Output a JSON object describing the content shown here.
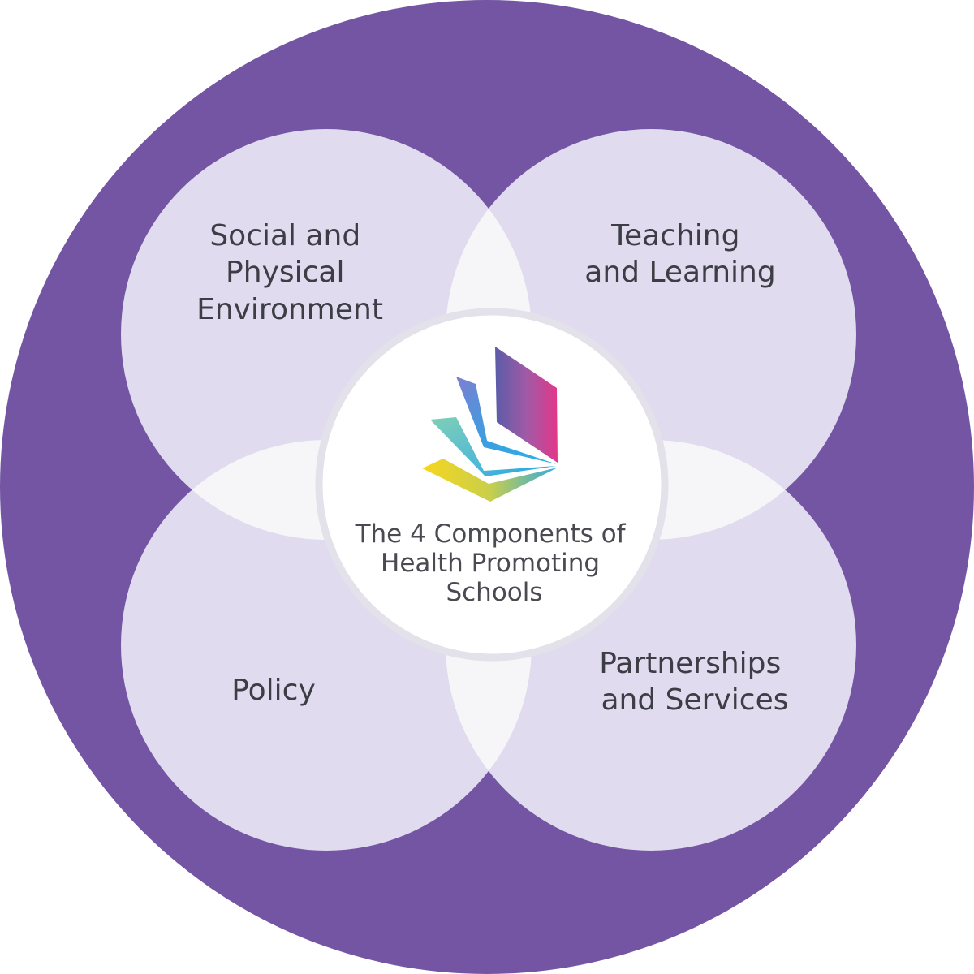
{
  "colors": {
    "outer_ring": "#7355a3",
    "petal_fill": "#e0dbee",
    "overlap_fill": "#f6f6f9",
    "center_fill": "#ffffff",
    "center_border": "#e3e1ea",
    "text": "#3d3d45"
  },
  "components": [
    {
      "id": "social",
      "lines": [
        "Social and",
        "Physical",
        "Environment"
      ]
    },
    {
      "id": "teaching",
      "lines": [
        "Teaching",
        "and Learning"
      ]
    },
    {
      "id": "policy",
      "lines": [
        "Policy"
      ]
    },
    {
      "id": "partnerships",
      "lines": [
        "Partnerships",
        "and Services"
      ]
    }
  ],
  "center": {
    "lines": [
      "The 4 Components of",
      "Health Promoting",
      "Schools"
    ],
    "logo_icon": "fanned-book-pages-logo"
  }
}
